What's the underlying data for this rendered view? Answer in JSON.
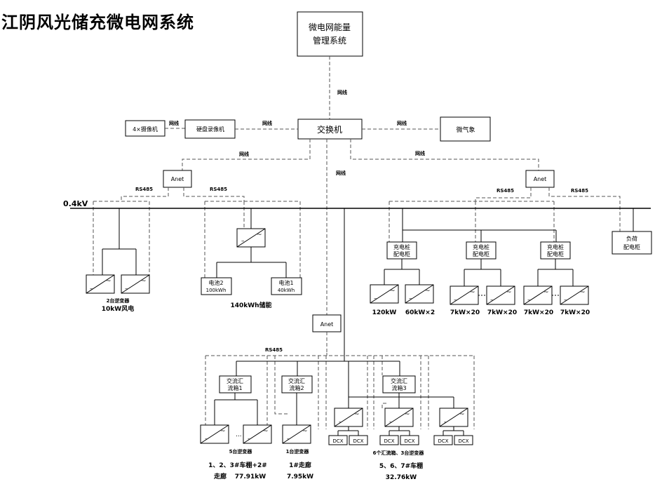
{
  "title": "江阴风光储充微电网系统",
  "ems": {
    "line1": "微电网能量",
    "line2": "管理系统"
  },
  "switch": "交换机",
  "camera": "4×摄像机",
  "dvr": "硬盘录像机",
  "weather": "微气象",
  "network": "网线",
  "anet": "Anet",
  "rs485": "RS485",
  "bus_voltage": "0.4kV",
  "inverter": {
    "dc": "–",
    "ac": "~"
  },
  "wind": {
    "count": "2台逆变器",
    "name": "10kW风电"
  },
  "storage": {
    "name": "140kWh储能",
    "battery2": {
      "name": "电池2",
      "cap": "100kWh"
    },
    "battery1": {
      "name": "电池1",
      "cap": "40kWh"
    }
  },
  "charging": {
    "cabinet_line1": "充电桩",
    "cabinet_line2": "配电柜",
    "labels": [
      "120kW",
      "60kW×2",
      "7kW×20",
      "7kW×20",
      "7kW×20",
      "7kW×20"
    ]
  },
  "load": {
    "line1": "负荷",
    "line2": "配电柜"
  },
  "pv": {
    "combiner1": {
      "line1": "交流汇",
      "line2": "流箱1"
    },
    "combiner2": {
      "line1": "交流汇",
      "line2": "流箱2"
    },
    "combiner3": {
      "line1": "交流汇",
      "line2": "流箱3"
    },
    "dcx": "DCX",
    "ellipsis": "...",
    "g1": {
      "count": "5台逆变器",
      "name": "1、2、3#车棚+2#",
      "name2": "走廊",
      "power": "77.91kW"
    },
    "g2": {
      "count": "1台逆变器",
      "name": "1#走廊",
      "power": "7.95kW"
    },
    "g3": {
      "count": "6个汇流箱、3台逆变器",
      "name": "5、6、7#车棚",
      "power": "32.76kW"
    }
  }
}
